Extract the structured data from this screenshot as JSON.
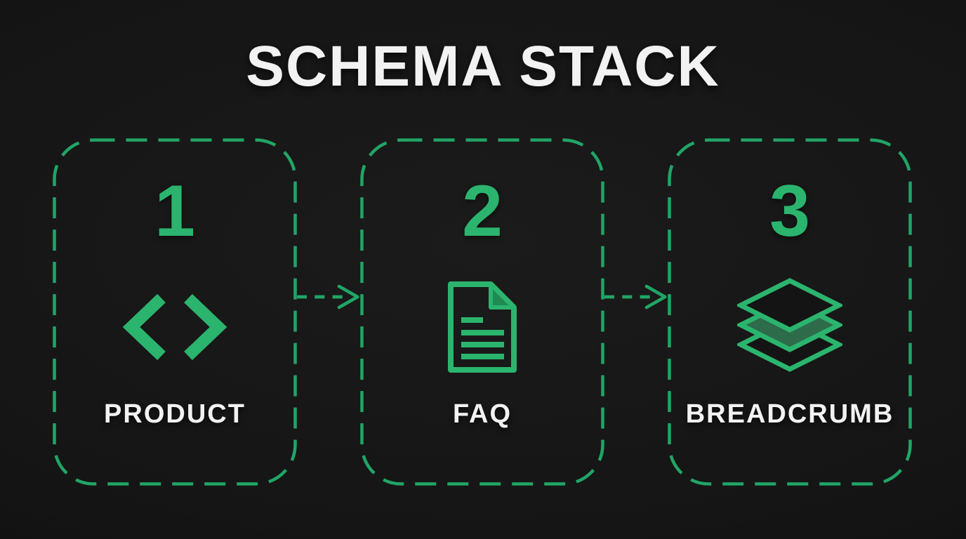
{
  "title": "SCHEMA STACK",
  "colors": {
    "background": "#141414",
    "accent_green": "#2bb46e",
    "border_green": "#21a566",
    "layer_fill_green": "#2e6b4a",
    "text_white": "#f2f2f2"
  },
  "steps": [
    {
      "number": "1",
      "icon": "code-brackets-icon",
      "label": "PRODUCT"
    },
    {
      "number": "2",
      "icon": "document-icon",
      "label": "FAQ"
    },
    {
      "number": "3",
      "icon": "layers-icon",
      "label": "BREADCRUMB"
    }
  ],
  "connectors": [
    {
      "type": "dashed-arrow-right"
    },
    {
      "type": "dashed-arrow-right"
    }
  ]
}
